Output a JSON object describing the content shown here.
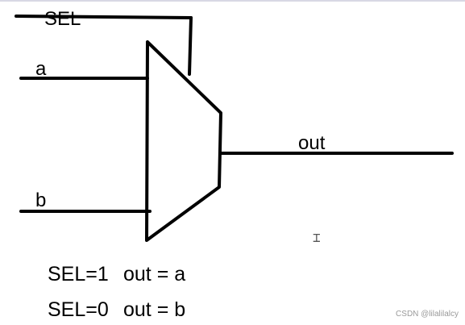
{
  "labels": {
    "sel": "SEL",
    "a": "a",
    "b": "b",
    "out": "out"
  },
  "truth_table": [
    {
      "condition": "SEL=1",
      "result": "out = a"
    },
    {
      "condition": "SEL=0",
      "result": "out = b"
    }
  ],
  "watermark": "CSDN @lilalilalcy",
  "cursor_icon": "text-cursor-icon",
  "colors": {
    "stroke": "#000000",
    "background": "#ffffff",
    "watermark": "#9a9a9a"
  }
}
